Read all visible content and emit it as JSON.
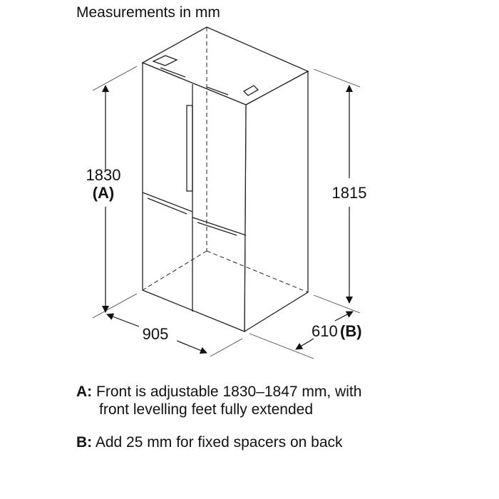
{
  "title": "Measurements in mm",
  "dimensions": {
    "height_front": "1830",
    "height_front_ref": "(A)",
    "height_back": "1815",
    "width": "905",
    "depth": "610",
    "depth_ref": "(B)"
  },
  "notes": [
    {
      "key": "A:",
      "text_line1": "Front is adjustable 1830–1847 mm, with",
      "text_line2": "front levelling feet fully extended"
    },
    {
      "key": "B:",
      "text_line1": "Add 25 mm for fixed spacers on back"
    }
  ]
}
